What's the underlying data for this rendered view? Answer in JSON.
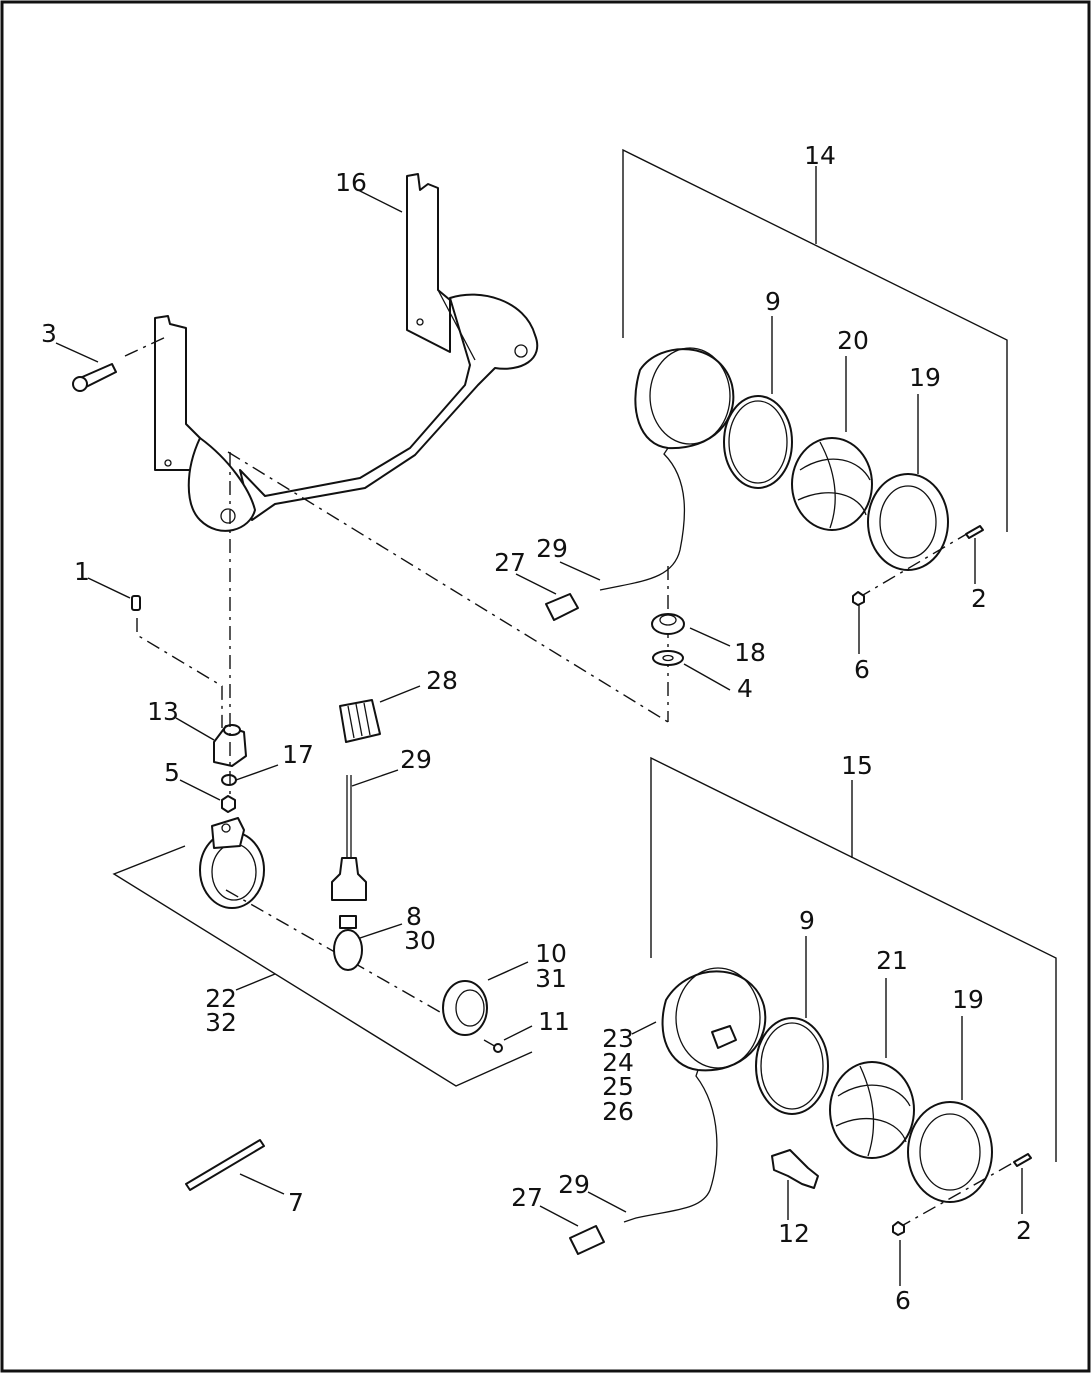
{
  "labels": {
    "l1": "1",
    "l2a": "2",
    "l2b": "2",
    "l3": "3",
    "l4": "4",
    "l5": "5",
    "l6a": "6",
    "l6b": "6",
    "l7": "7",
    "l8": "8",
    "l9a": "9",
    "l9b": "9",
    "l10": "10",
    "l11": "11",
    "l12": "12",
    "l13": "13",
    "l14": "14",
    "l15": "15",
    "l16": "16",
    "l17": "17",
    "l18": "18",
    "l19a": "19",
    "l19b": "19",
    "l20": "20",
    "l21": "21",
    "l22": "22",
    "l23": "23",
    "l24": "24",
    "l25": "25",
    "l26": "26",
    "l27a": "27",
    "l27b": "27",
    "l28": "28",
    "l29a": "29",
    "l29b": "29",
    "l29c": "29",
    "l30": "30",
    "l31": "31",
    "l32": "32"
  }
}
